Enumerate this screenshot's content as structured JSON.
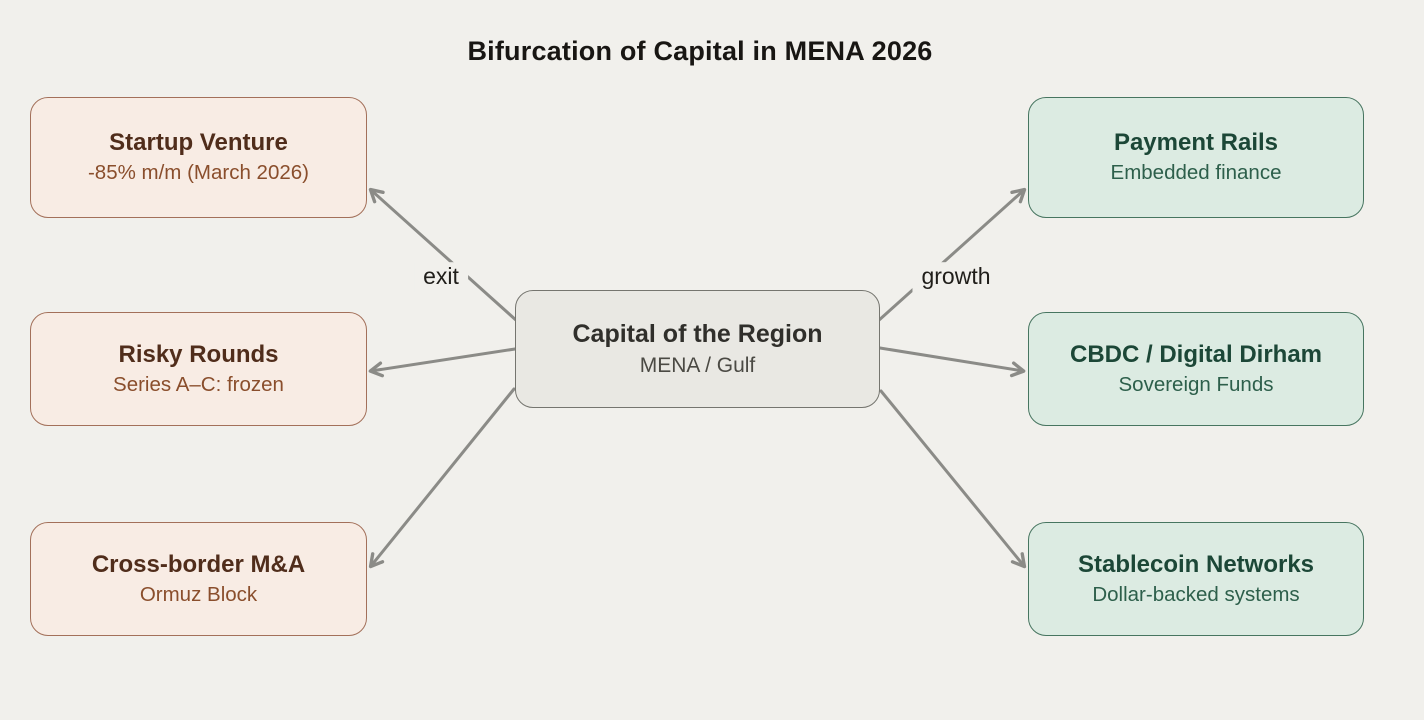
{
  "title": "Bifurcation of Capital in MENA 2026",
  "center_node": {
    "title": "Capital of the Region",
    "subtitle": "MENA / Gulf"
  },
  "left_branch": {
    "label": "exit",
    "nodes": [
      {
        "title": "Startup Venture",
        "subtitle": "-85% m/m (March 2026)"
      },
      {
        "title": "Risky Rounds",
        "subtitle": "Series A–C: frozen"
      },
      {
        "title": "Cross-border M&A",
        "subtitle": "Ormuz Block"
      }
    ]
  },
  "right_branch": {
    "label": "growth",
    "nodes": [
      {
        "title": "Payment Rails",
        "subtitle": "Embedded finance"
      },
      {
        "title": "CBDC / Digital Dirham",
        "subtitle": "Sovereign Funds"
      },
      {
        "title": "Stablecoin Networks",
        "subtitle": "Dollar-backed systems"
      }
    ]
  },
  "colors": {
    "background": "#f1f0ec",
    "exit_fill": "#f8ece4",
    "exit_border": "#a3705a",
    "exit_title": "#502d1b",
    "exit_subtitle": "#8a4e2c",
    "growth_fill": "#dcebe2",
    "growth_border": "#477560",
    "growth_title": "#1c4737",
    "growth_subtitle": "#2d5f4b",
    "center_fill": "#e9e8e3",
    "center_border": "#75756f",
    "arrow": "#8b8b87",
    "title_text": "#181613"
  }
}
